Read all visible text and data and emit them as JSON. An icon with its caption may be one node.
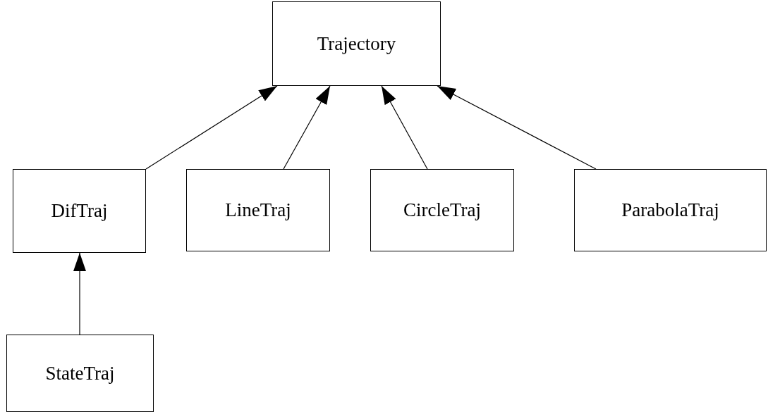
{
  "diagram": {
    "nodes": [
      {
        "text": [
          "Trajectory"
        ]
      },
      {
        "text": [
          "DifTraj"
        ]
      },
      {
        "text": [
          "LineTraj"
        ]
      },
      {
        "text": [
          "CircleTraj"
        ]
      },
      {
        "text": [
          "ParabolaTraj"
        ]
      },
      {
        "text": [
          "StateTraj"
        ]
      }
    ],
    "edges": [
      {
        "from": 1,
        "to": 0,
        "arrow": "to"
      },
      {
        "from": 2,
        "to": 0,
        "arrow": "to"
      },
      {
        "from": 3,
        "to": 0,
        "arrow": "to"
      },
      {
        "from": 4,
        "to": 0,
        "arrow": "to"
      },
      {
        "from": 5,
        "to": 1,
        "arrow": "to"
      }
    ]
  }
}
